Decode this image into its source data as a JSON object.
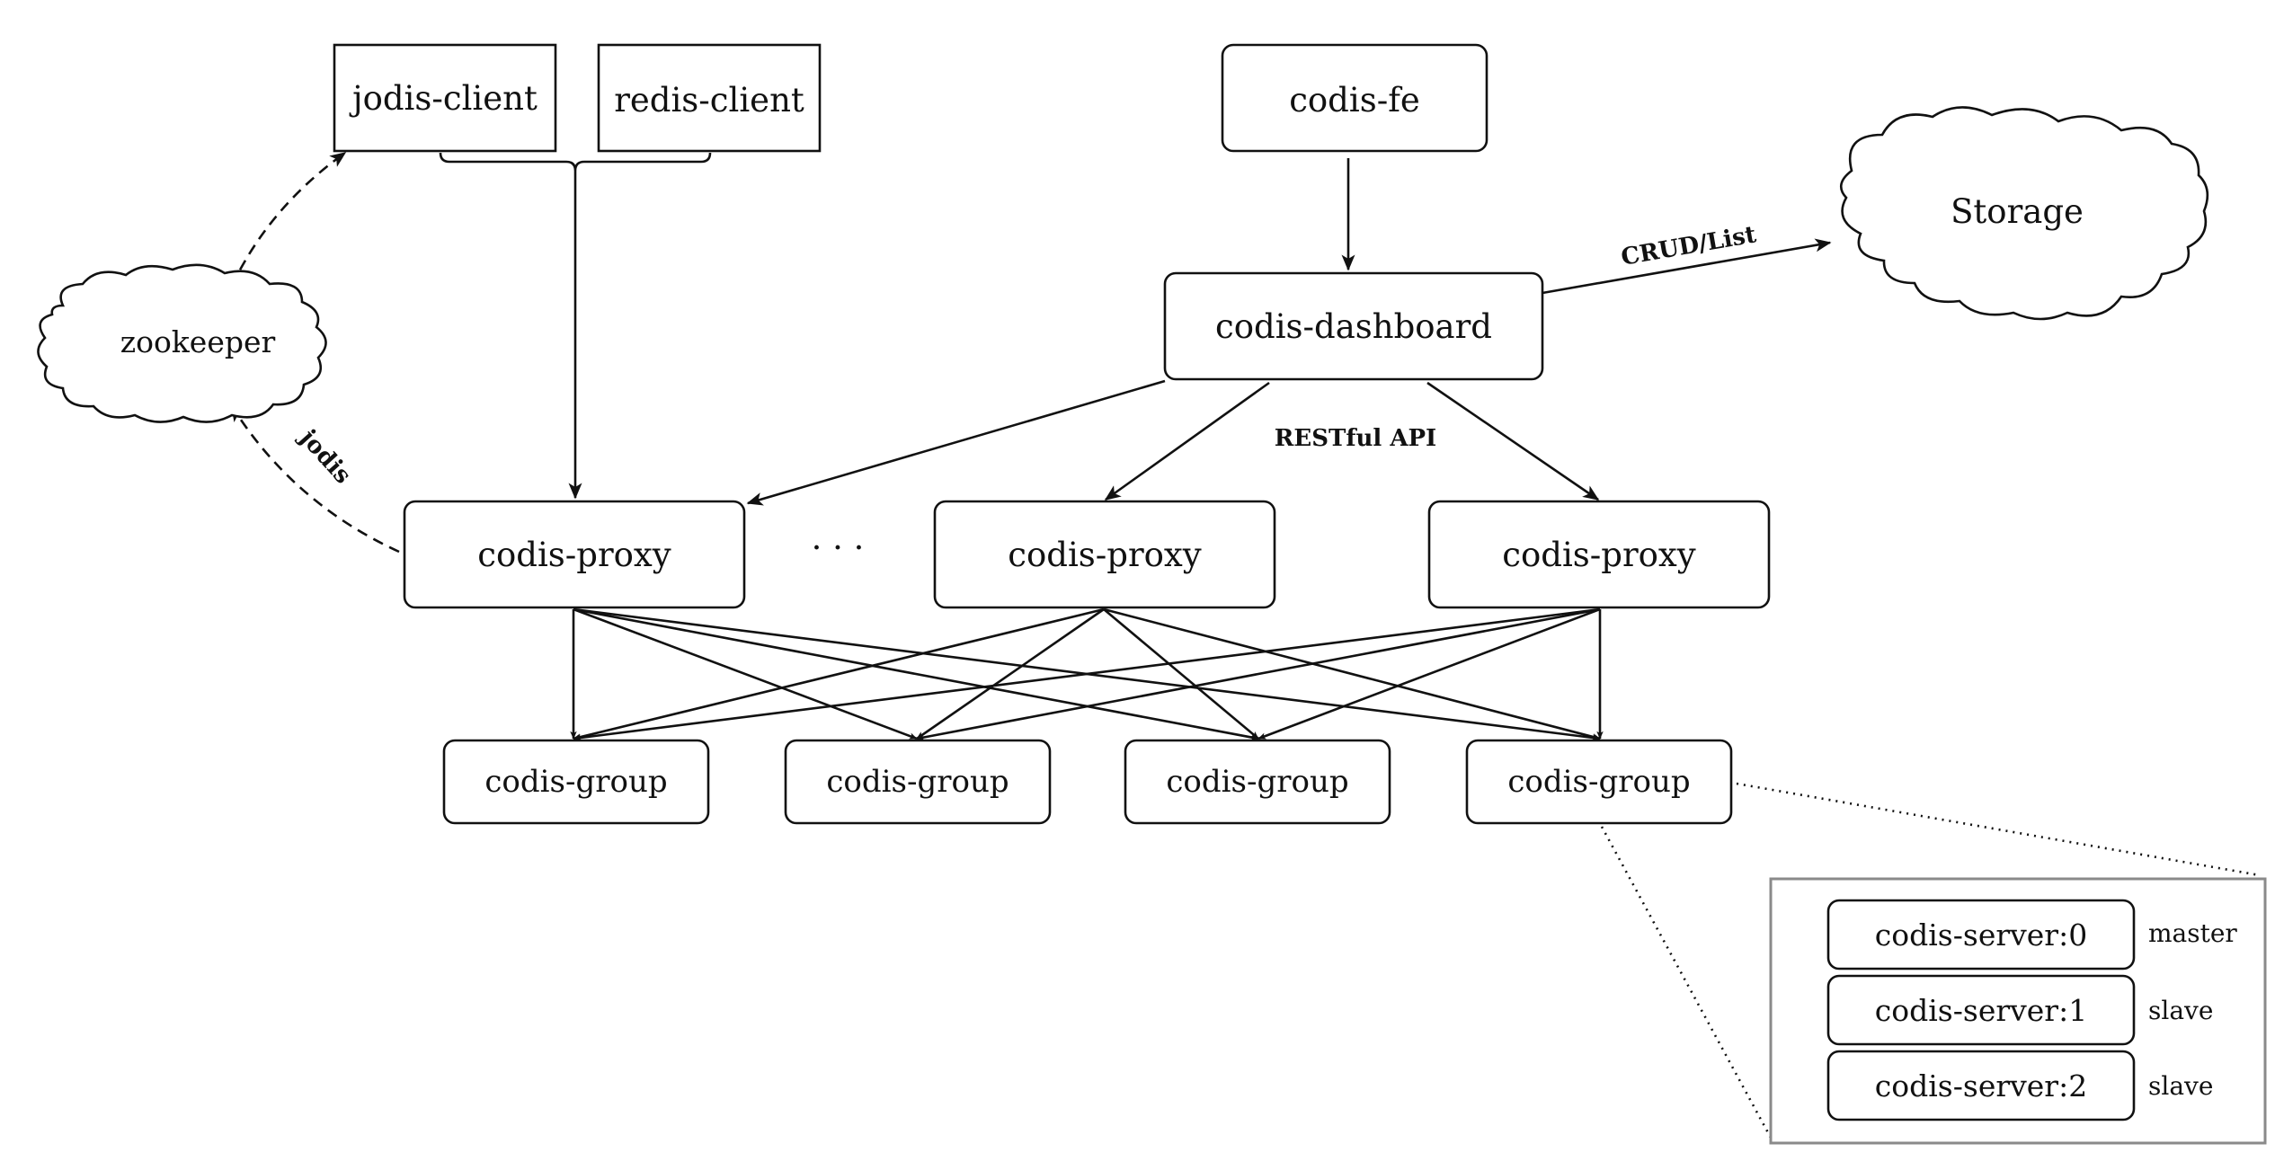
{
  "nodes": {
    "jodis_client": "jodis-client",
    "redis_client": "redis-client",
    "codis_fe": "codis-fe",
    "codis_dashboard": "codis-dashboard",
    "storage": "Storage",
    "zookeeper": "zookeeper",
    "codis_proxy": [
      "codis-proxy",
      "codis-proxy",
      "codis-proxy"
    ],
    "ellipsis": "· · ·",
    "codis_group": [
      "codis-group",
      "codis-group",
      "codis-group",
      "codis-group"
    ],
    "codis_server": [
      {
        "label": "codis-server:0",
        "role": "master"
      },
      {
        "label": "codis-server:1",
        "role": "slave"
      },
      {
        "label": "codis-server:2",
        "role": "slave"
      }
    ]
  },
  "edge_labels": {
    "crud": "CRUD/List",
    "restful": "RESTful API",
    "jodis": "jodis"
  }
}
